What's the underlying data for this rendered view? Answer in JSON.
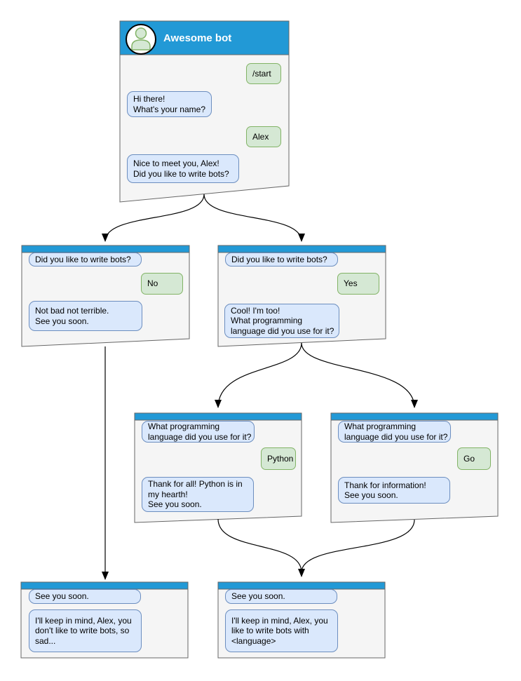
{
  "colors": {
    "header_blue": "#2299D6",
    "window_fill": "#F5F5F5",
    "window_border": "#666666",
    "bot_bubble_fill": "#DAE8FC",
    "bot_bubble_border": "#6C8EBF",
    "user_bubble_fill": "#D5E8D4",
    "user_bubble_border": "#82B366",
    "arrow_color": "#000000",
    "title_color": "#FFFFFF"
  },
  "windows": {
    "root": {
      "id": "root",
      "title": "Awesome bot",
      "messages": [
        {
          "from": "user",
          "text": "/start"
        },
        {
          "from": "bot",
          "text": "Hi there!\nWhat's your name?"
        },
        {
          "from": "user",
          "text": "Alex"
        },
        {
          "from": "bot",
          "text": "Nice to meet you, Alex!\nDid you like to write bots?"
        }
      ]
    },
    "branch_no": {
      "id": "branch_no",
      "messages": [
        {
          "from": "bot",
          "text": "Did you like to write bots?"
        },
        {
          "from": "user",
          "text": "No"
        },
        {
          "from": "bot",
          "text": "Not bad not terrible.\nSee you soon."
        }
      ]
    },
    "branch_yes": {
      "id": "branch_yes",
      "messages": [
        {
          "from": "bot",
          "text": "Did you like to write bots?"
        },
        {
          "from": "user",
          "text": "Yes"
        },
        {
          "from": "bot",
          "text": "Cool! I'm too!\nWhat programming\nlanguage did you use for it?"
        }
      ]
    },
    "branch_python": {
      "id": "branch_python",
      "messages": [
        {
          "from": "bot",
          "text": "What programming\nlanguage did you use for it?"
        },
        {
          "from": "user",
          "text": "Python"
        },
        {
          "from": "bot",
          "text": "Thank for all! Python is in\nmy hearth!\nSee you soon."
        }
      ]
    },
    "branch_go": {
      "id": "branch_go",
      "messages": [
        {
          "from": "bot",
          "text": "What programming\nlanguage did you use for it?"
        },
        {
          "from": "user",
          "text": "Go"
        },
        {
          "from": "bot",
          "text": "Thank for information!\nSee you soon."
        }
      ]
    },
    "end_no": {
      "id": "end_no",
      "messages": [
        {
          "from": "bot",
          "text": "See you soon."
        },
        {
          "from": "bot",
          "text": "I'll keep in mind, Alex, you\ndon't like to write bots, so\nsad..."
        }
      ]
    },
    "end_yes": {
      "id": "end_yes",
      "messages": [
        {
          "from": "bot",
          "text": "See you soon."
        },
        {
          "from": "bot",
          "text": "I'll keep in mind, Alex, you\nlike to write bots with\n<language>"
        }
      ]
    }
  },
  "edges": [
    {
      "from": "root",
      "to": "branch_no"
    },
    {
      "from": "root",
      "to": "branch_yes"
    },
    {
      "from": "branch_no",
      "to": "end_no"
    },
    {
      "from": "branch_yes",
      "to": "branch_python"
    },
    {
      "from": "branch_yes",
      "to": "branch_go"
    },
    {
      "from": "branch_python",
      "to": "end_yes"
    },
    {
      "from": "branch_go",
      "to": "end_yes"
    }
  ]
}
